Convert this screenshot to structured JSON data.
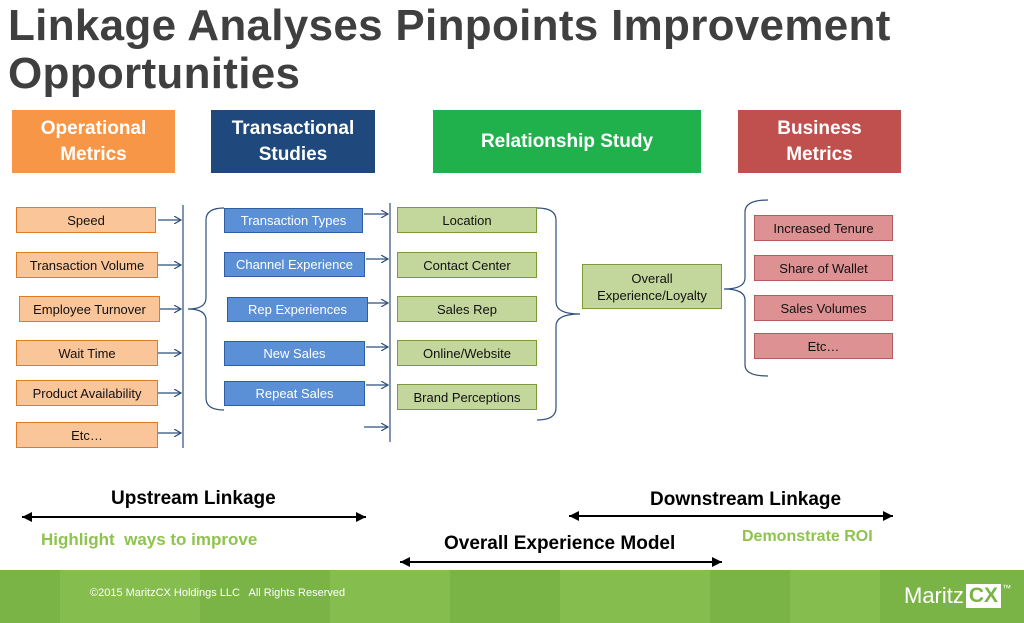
{
  "title": {
    "line1": "Linkage Analyses Pinpoints Improvement",
    "line2": "Opportunities"
  },
  "headers": {
    "operational": "Operational\nMetrics",
    "transactional": "Transactional\nStudies",
    "relationship": "Relationship Study",
    "business": "Business\nMetrics"
  },
  "colors": {
    "operational": "#f79646",
    "transactional": "#1f497d",
    "relationship": "#20b14c",
    "business": "#c0504d",
    "accent_green": "#8ec34f",
    "footer": "#7bb446"
  },
  "operational_metrics": [
    "Speed",
    "Transaction Volume",
    "Employee Turnover",
    "Wait Time",
    "Product Availability",
    "Etc…"
  ],
  "transactional_studies": [
    "Transaction Types",
    "Channel Experience",
    "Rep Experiences",
    "New Sales",
    "Repeat Sales"
  ],
  "relationship_items": [
    "Location",
    "Contact Center",
    "Sales Rep",
    "Online/Website",
    "Brand Perceptions"
  ],
  "overall": "Overall\nExperience/Loyalty",
  "business_metrics": [
    "Increased Tenure",
    "Share of Wallet",
    "Sales Volumes",
    "Etc…"
  ],
  "linkage": {
    "upstream": "Upstream Linkage",
    "upstream_sub": "Highlight  ways to improve",
    "downstream": "Downstream Linkage",
    "downstream_sub": "Demonstrate ROI",
    "overall_model": "Overall Experience Model"
  },
  "footer": {
    "copyright": "©2015 MaritzCX Holdings LLC   All Rights Reserved",
    "logo_text": "Maritz",
    "logo_cx": "CX",
    "logo_tm": "™"
  }
}
